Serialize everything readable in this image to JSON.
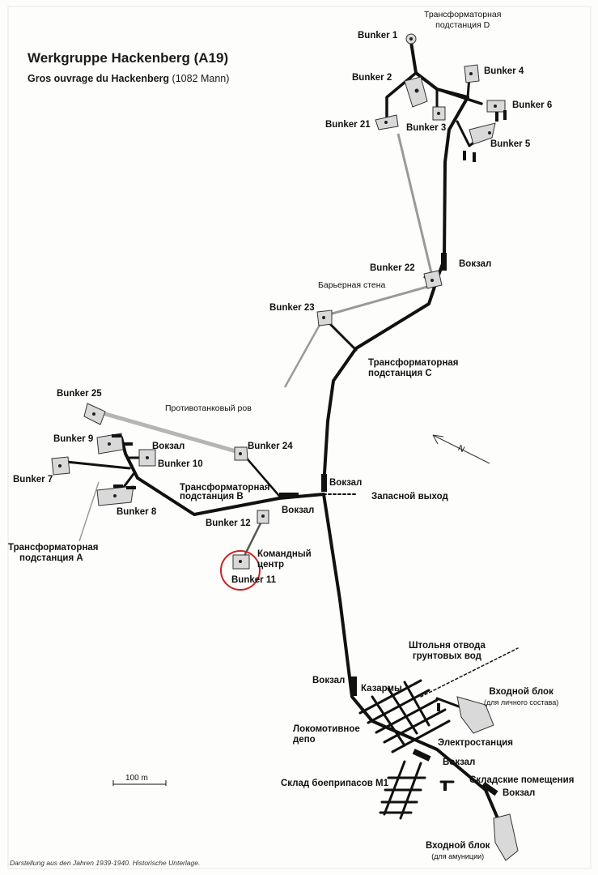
{
  "title": "Werkgruppe Hackenberg (A19)",
  "subtitle_main": "Gros ouvrage du Hackenberg",
  "subtitle_paren": "(1082 Mann)",
  "credit": "Darstellung aus den Jahren 1939-1940. Historische Unterlage.",
  "scale": "100 m",
  "north": "N",
  "bunkers": {
    "b1": "Bunker 1",
    "b2": "Bunker 2",
    "b3": "Bunker 3",
    "b4": "Bunker 4",
    "b5": "Bunker 5",
    "b6": "Bunker 6",
    "b7": "Bunker 7",
    "b8": "Bunker 8",
    "b9": "Bunker 9",
    "b10": "Bunker 10",
    "b11": "Bunker 11",
    "b12": "Bunker 12",
    "b21": "Bunker 21",
    "b22": "Bunker 22",
    "b23": "Bunker 23",
    "b24": "Bunker 24",
    "b25": "Bunker 25"
  },
  "labels": {
    "trafo_d_1": "Трансформаторная",
    "trafo_d_2": "подстанция D",
    "trafo_c_1": "Трансформаторная",
    "trafo_c_2": "подстанция C",
    "trafo_b_1": "Трансформаторная",
    "trafo_b_2": "подстанция B",
    "trafo_a_1": "Трансформаторная",
    "trafo_a_2": "подстанция A",
    "station_top": "Вокзал",
    "station_left": "Вокзал",
    "station_mid": "Вокзал",
    "station_junction": "Вокзал",
    "station_low": "Вокзал",
    "station_m1": "Вокзал",
    "station_bottom": "Вокзал",
    "barrier_wall": "Барьерная стена",
    "antitank_ditch": "Противотанковый ров",
    "emergency_exit": "Запасной выход",
    "command_1": "Командный",
    "command_2": "центр",
    "drain_1": "Штольня отвода",
    "drain_2": "грунтовых вод",
    "barracks": "Казармы",
    "entry_personnel": "Входной блок",
    "entry_personnel_sub": "(для личного состава)",
    "loco_1": "Локомотивное",
    "loco_2": "депо",
    "power_plant": "Электростанция",
    "ammo_depot": "Склад боеприпасов М1",
    "storage": "Складские помещения",
    "entry_ammo": "Входной блок",
    "entry_ammo_sub": "(для амуниции)"
  },
  "colors": {
    "tunnel": "#111111",
    "wall": "#9a9a9a",
    "block": "#d9d9d9",
    "highlight": "#cc2222"
  }
}
